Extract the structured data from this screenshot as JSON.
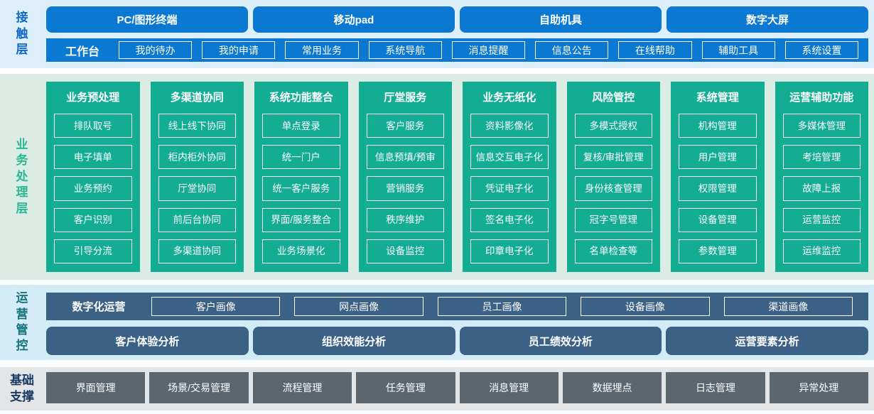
{
  "colors": {
    "primary_blue": "#0b78d2",
    "teal_green": "#12ad93",
    "slate_blue": "#3b6286",
    "base_gray": "#5c666f",
    "contact_band": "#ddeffb",
    "business_band": "#dbece5",
    "ops_band": "#d4ecf8",
    "foundation_band": "#e3e5e7",
    "contact_label": "#1268c9",
    "business_label": "#2cb795",
    "ops_label": "#16737c",
    "foundation_label": "#1b3a63"
  },
  "layers": {
    "contact": {
      "label": "接触层",
      "channels": [
        "PC/图形终端",
        "移动pad",
        "自助机具",
        "数字大屏"
      ],
      "workbench": {
        "label": "工作台",
        "items": [
          "我的待办",
          "我的申请",
          "常用业务",
          "系统导航",
          "消息提醒",
          "信息公告",
          "在线帮助",
          "辅助工具",
          "系统设置"
        ]
      }
    },
    "business": {
      "label": "业务处理层",
      "columns": [
        {
          "title": "业务预处理",
          "items": [
            "排队取号",
            "电子填单",
            "业务预约",
            "客户识别",
            "引导分流"
          ]
        },
        {
          "title": "多渠道协同",
          "items": [
            "线上线下协同",
            "柜内柜外协同",
            "厅堂协同",
            "前后台协同",
            "多渠道协同"
          ]
        },
        {
          "title": "系统功能整合",
          "items": [
            "单点登录",
            "统一门户",
            "统一客户服务",
            "界面/服务整合",
            "业务场景化"
          ]
        },
        {
          "title": "厅堂服务",
          "items": [
            "客户服务",
            "信息预填/预审",
            "营销服务",
            "秩序维护",
            "设备监控"
          ]
        },
        {
          "title": "业务无纸化",
          "items": [
            "资料影像化",
            "信息交互电子化",
            "凭证电子化",
            "签名电子化",
            "印章电子化"
          ]
        },
        {
          "title": "风险管控",
          "items": [
            "多模式授权",
            "复核/审批管理",
            "身份核查管理",
            "冠字号管理",
            "名单检查等"
          ]
        },
        {
          "title": "系统管理",
          "items": [
            "机构管理",
            "用户管理",
            "权限管理",
            "设备管理",
            "参数管理"
          ]
        },
        {
          "title": "运营辅助功能",
          "items": [
            "多媒体管理",
            "考培管理",
            "故障上报",
            "运营监控",
            "运维监控"
          ]
        }
      ]
    },
    "operations": {
      "label": "运营管控",
      "digital": {
        "label": "数字化运营",
        "items": [
          "客户画像",
          "网点画像",
          "员工画像",
          "设备画像",
          "渠道画像"
        ]
      },
      "analysis": [
        "客户体验分析",
        "组织效能分析",
        "员工绩效分析",
        "运营要素分析"
      ]
    },
    "foundation": {
      "label": "基础支撑",
      "items": [
        "界面管理",
        "场景/交易管理",
        "流程管理",
        "任务管理",
        "消息管理",
        "数据埋点",
        "日志管理",
        "异常处理"
      ]
    }
  }
}
